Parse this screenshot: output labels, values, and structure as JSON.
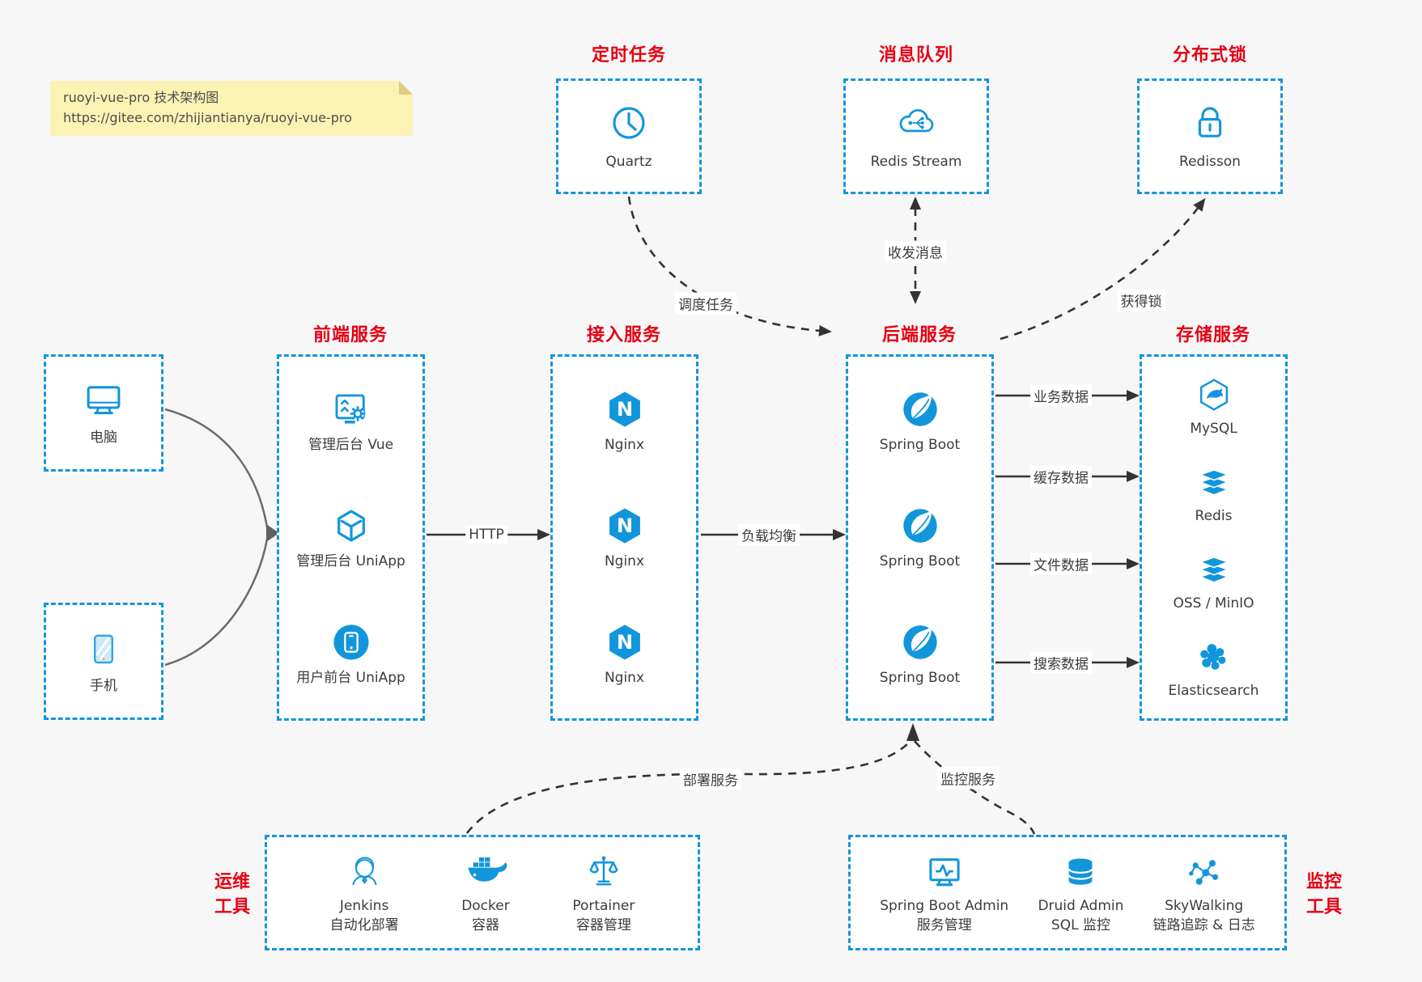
{
  "note": {
    "line1": "ruoyi-vue-pro 技术架构图",
    "line2": "https://gitee.com/zhijiantianya/ruoyi-vue-pro"
  },
  "top_groups": [
    {
      "title": "定时任务",
      "item": {
        "icon": "clock-icon",
        "label": "Quartz"
      }
    },
    {
      "title": "消息队列",
      "item": {
        "icon": "message-cloud-icon",
        "label": "Redis Stream"
      }
    },
    {
      "title": "分布式锁",
      "item": {
        "icon": "lock-icon",
        "label": "Redisson"
      }
    }
  ],
  "clients": [
    {
      "icon": "desktop-icon",
      "label": "电脑"
    },
    {
      "icon": "mobile-icon",
      "label": "手机"
    }
  ],
  "columns": [
    {
      "title": "前端服务",
      "items": [
        {
          "icon": "admin-vue-icon",
          "label": "管理后台 Vue"
        },
        {
          "icon": "uniapp-cube-icon",
          "label": "管理后台 UniApp"
        },
        {
          "icon": "user-app-icon",
          "label": "用户前台 UniApp"
        }
      ]
    },
    {
      "title": "接入服务",
      "items": [
        {
          "icon": "nginx-icon",
          "label": "Nginx"
        },
        {
          "icon": "nginx-icon",
          "label": "Nginx"
        },
        {
          "icon": "nginx-icon",
          "label": "Nginx"
        }
      ]
    },
    {
      "title": "后端服务",
      "items": [
        {
          "icon": "spring-boot-icon",
          "label": "Spring Boot"
        },
        {
          "icon": "spring-boot-icon",
          "label": "Spring Boot"
        },
        {
          "icon": "spring-boot-icon",
          "label": "Spring Boot"
        }
      ]
    },
    {
      "title": "存储服务",
      "items": [
        {
          "icon": "mysql-icon",
          "label": "MySQL"
        },
        {
          "icon": "redis-stack-icon",
          "label": "Redis"
        },
        {
          "icon": "oss-minio-icon",
          "label": "OSS / MinIO"
        },
        {
          "icon": "elasticsearch-icon",
          "label": "Elasticsearch"
        }
      ]
    }
  ],
  "edges": {
    "http": "HTTP",
    "load_balance": "负载均衡",
    "business_data": "业务数据",
    "cache_data": "缓存数据",
    "file_data": "文件数据",
    "search_data": "搜索数据",
    "schedule": "调度任务",
    "message": "收发消息",
    "lock": "获得锁",
    "deploy": "部署服务",
    "monitor": "监控服务"
  },
  "bottom_groups": [
    {
      "title_lines": [
        "运维",
        "工具"
      ],
      "items": [
        {
          "icon": "jenkins-icon",
          "label": "Jenkins",
          "sublabel": "自动化部署"
        },
        {
          "icon": "docker-icon",
          "label": "Docker",
          "sublabel": "容器"
        },
        {
          "icon": "portainer-icon",
          "label": "Portainer",
          "sublabel": "容器管理"
        }
      ]
    },
    {
      "title_lines": [
        "监控",
        "工具"
      ],
      "items": [
        {
          "icon": "spring-boot-admin-icon",
          "label": "Spring Boot Admin",
          "sublabel": "服务管理"
        },
        {
          "icon": "druid-icon",
          "label": "Druid Admin",
          "sublabel": "SQL 监控"
        },
        {
          "icon": "skywalking-icon",
          "label": "SkyWalking",
          "sublabel": "链路追踪 & 日志"
        }
      ]
    }
  ],
  "colors": {
    "accent_blue": "#1296db",
    "title_red": "#e60012",
    "line_dark": "#333333",
    "note_bg": "#fbf3b4",
    "background": "#f7f7f8"
  }
}
